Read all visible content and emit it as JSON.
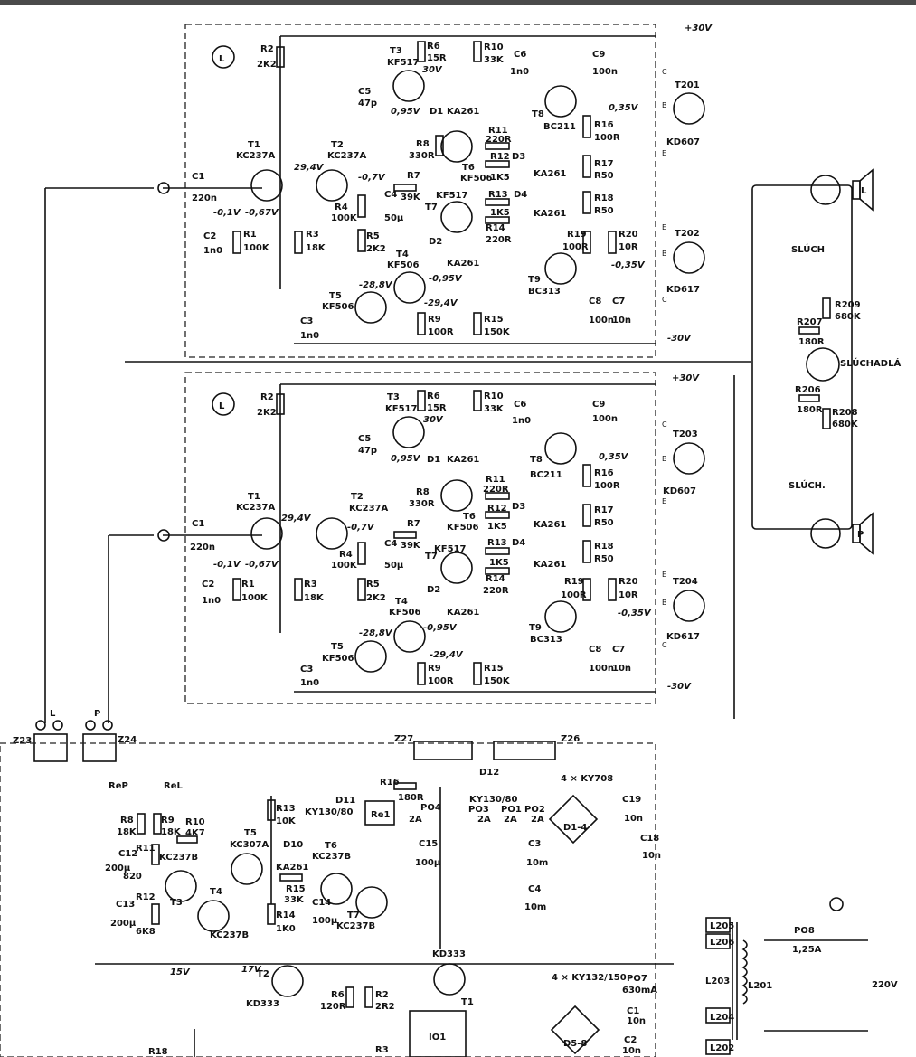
{
  "supply": {
    "plus30": "+30V",
    "minus30": "-30V",
    "v15": "15V",
    "v17": "17V",
    "mains": "220V"
  },
  "channel_mark": "L",
  "amp": {
    "R2": [
      "R2",
      "2K2"
    ],
    "R6": [
      "R6",
      "15R"
    ],
    "R10": [
      "R10",
      "33K"
    ],
    "C6": [
      "C6",
      "1n0"
    ],
    "C9": [
      "C9",
      "100n"
    ],
    "C5": [
      "C5",
      "47p"
    ],
    "T3": [
      "T3",
      "KF517"
    ],
    "D1": [
      "D1",
      "KA261"
    ],
    "T8": [
      "T8",
      "BC211"
    ],
    "R11": [
      "R11",
      "220R"
    ],
    "R16": [
      "R16",
      "100R"
    ],
    "T1": [
      "T1",
      "KC237A"
    ],
    "T2": [
      "T2",
      "KC237A"
    ],
    "R8": [
      "R8",
      "330R"
    ],
    "T6": [
      "T6",
      "KF506"
    ],
    "R12": [
      "R12",
      "1K5"
    ],
    "D3": [
      "D3",
      "KA261"
    ],
    "R17": [
      "R17",
      "R50"
    ],
    "C1": [
      "C1",
      "220n"
    ],
    "R7": [
      "R7",
      "39K"
    ],
    "C4": [
      "C4",
      "50µ"
    ],
    "R4": [
      "R4",
      "100K"
    ],
    "T7": [
      "T7",
      "KF517"
    ],
    "R13": [
      "R13",
      "1K5"
    ],
    "D4": [
      "D4",
      "KA261"
    ],
    "R18": [
      "R18",
      "R50"
    ],
    "C2": [
      "C2",
      "1n0"
    ],
    "R1": [
      "R1",
      "100K"
    ],
    "R3": [
      "R3",
      "18K"
    ],
    "R5": [
      "R5",
      "2K2"
    ],
    "R14": [
      "R14",
      "220R"
    ],
    "D2": [
      "D2",
      "KA261"
    ],
    "R19": [
      "R19",
      "100R"
    ],
    "R20": [
      "R20",
      "10R"
    ],
    "T4": [
      "T4",
      "KF506"
    ],
    "T9": [
      "T9",
      "BC313"
    ],
    "T5": [
      "T5",
      "KF506"
    ],
    "C3": [
      "C3",
      "1n0"
    ],
    "R9": [
      "R9",
      "100R"
    ],
    "R15": [
      "R15",
      "150K"
    ],
    "C8": [
      "C8",
      "100n"
    ],
    "C7": [
      "C7",
      "10n"
    ]
  },
  "voltages": {
    "v30": "30V",
    "v095": "0,95V",
    "v035": "0,35V",
    "v294": "29,4V",
    "v07": "-0,7V",
    "v01": "-0,1V",
    "v067": "-0,67V",
    "v288": "-28,8V",
    "v095n": "-0,95V",
    "v294n": "-29,4V",
    "v035n": "-0,35V"
  },
  "top_outputs": {
    "t201": [
      "T201",
      "KD607"
    ],
    "t202": [
      "T202",
      "KD617"
    ]
  },
  "bottom_outputs": {
    "t203": [
      "T203",
      "KD607"
    ],
    "t204": [
      "T204",
      "KD617"
    ]
  },
  "terminal_letters": {
    "b": "B",
    "c": "C",
    "e": "E"
  },
  "right_panel": {
    "slouch_top": "SLÚCH",
    "slouch_bottom": "SLÚCH.",
    "headphones": "SLÚCHADLÁ",
    "r209": [
      "R209",
      "680K"
    ],
    "r207": [
      "R207",
      "180R"
    ],
    "r206": [
      "R206",
      "180R"
    ],
    "r208": [
      "R208",
      "680K"
    ],
    "speaker_left": "L",
    "speaker_right": "P"
  },
  "connectors": {
    "z23": "Z23",
    "z24": "Z24",
    "z26": "Z26",
    "z27": "Z27",
    "l": "L",
    "p": "P",
    "rep": "ReP",
    "rel": "ReL"
  },
  "psu": {
    "R8": [
      "R8",
      "18K"
    ],
    "R9": [
      "R9",
      "18K"
    ],
    "R10": [
      "R10",
      "4K7"
    ],
    "R11": [
      "R11",
      "820"
    ],
    "R12": [
      "R12",
      "6K8"
    ],
    "C12": [
      "C12",
      "200µ"
    ],
    "C13": [
      "C13",
      "200µ"
    ],
    "T3": [
      "T3",
      "KC237B"
    ],
    "T4": [
      "T4",
      "KC237B"
    ],
    "T5": [
      "T5",
      "KC307A"
    ],
    "R13": [
      "R13",
      "10K"
    ],
    "D10": [
      "D10",
      "KA261"
    ],
    "D11": [
      "D11",
      "KY130/80"
    ],
    "R15": [
      "R15",
      "33K"
    ],
    "R14": [
      "R14",
      "1K0"
    ],
    "C14": [
      "C14",
      "100µ"
    ],
    "T6": [
      "T6",
      "KC237B"
    ],
    "T7": [
      "T7",
      "KC237B"
    ],
    "Re1": "Re1",
    "R16": [
      "R16",
      "180R"
    ],
    "D12": "D12",
    "PO4": [
      "PO4",
      "2A"
    ],
    "D13": [
      "KY130/80"
    ],
    "PO3": [
      "PO3",
      "2A"
    ],
    "PO1": [
      "PO1",
      "2A"
    ],
    "PO2": [
      "PO2",
      "2A"
    ],
    "bridge1": [
      "4 × KY708",
      "D1-4"
    ],
    "C19": [
      "C19",
      "10n"
    ],
    "C18": [
      "C18",
      "10n"
    ],
    "C15": [
      "C15",
      "100µ"
    ],
    "C3": [
      "C3",
      "10m"
    ],
    "C4": [
      "C4",
      "10m"
    ],
    "T2": [
      "T2",
      "KD333"
    ],
    "T1": [
      "KD333",
      "T1"
    ],
    "R6": [
      "R6",
      "120R"
    ],
    "R2": [
      "R2",
      "2R2"
    ],
    "R3": "R3",
    "R18": "R18",
    "IO1": "IO1",
    "bridge2": [
      "4 × KY132/150",
      "D5-8"
    ],
    "PO7": [
      "PO7",
      "630mA"
    ],
    "PO8": [
      "PO8",
      "1,25A"
    ],
    "C1": [
      "C1",
      "10n"
    ],
    "C2": [
      "C2",
      "10n"
    ],
    "transformer": [
      "L201",
      "L203",
      "L204",
      "L202",
      "L205",
      "L206"
    ]
  }
}
